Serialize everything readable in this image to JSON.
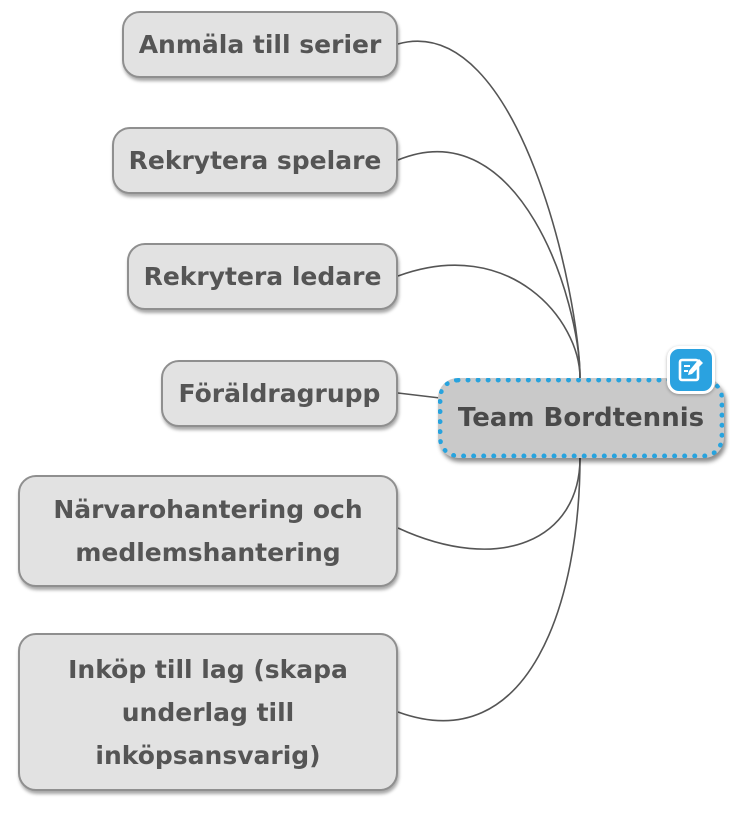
{
  "mindmap": {
    "central": {
      "label": "Team Bordtennis",
      "icon": "note-edit-icon"
    },
    "topics": [
      {
        "label": "Anmäla till serier"
      },
      {
        "label": "Rekrytera spelare"
      },
      {
        "label": "Rekrytera ledare"
      },
      {
        "label": "Föräldragrupp"
      },
      {
        "lines": [
          "Närvarohantering och",
          "medlemshantering"
        ]
      },
      {
        "lines": [
          "Inköp till lag (skapa",
          "underlag till",
          "inköpsansvarig)"
        ]
      }
    ]
  },
  "colors": {
    "node_fill": "#e2e2e2",
    "node_border": "#8f8f8f",
    "node_text": "#555555",
    "central_fill": "#c9c9c9",
    "central_border": "#27a3de",
    "connector": "#555555"
  }
}
